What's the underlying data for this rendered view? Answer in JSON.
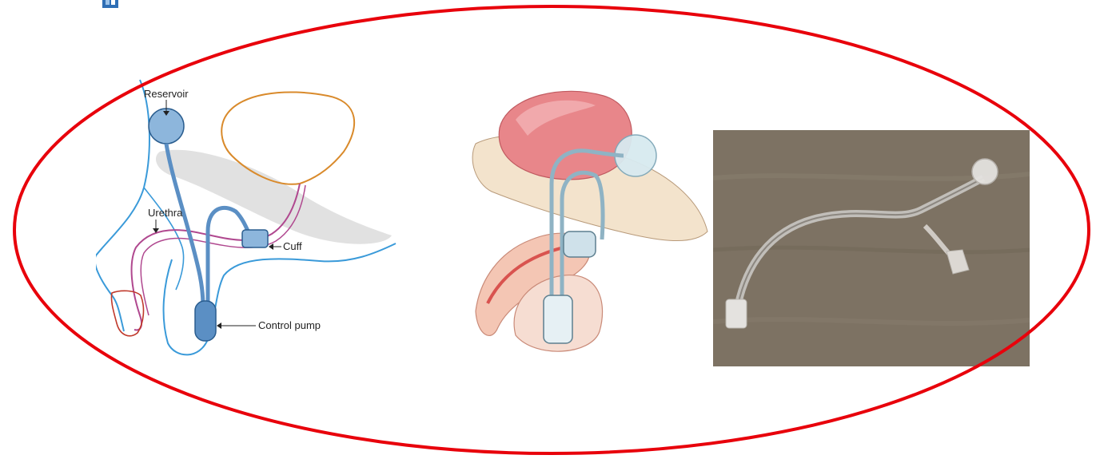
{
  "diagram": {
    "labels": {
      "reservoir": "Reservoir",
      "urethra": "Urethra",
      "cuff": "Cuff",
      "control_pump": "Control pump"
    }
  },
  "colors": {
    "highlight_ellipse": "#e8000b",
    "body_outline": "#3a9ad9",
    "urethra_line": "#b0488f",
    "bladder_line": "#d98a2b",
    "device": "#5b8fc4",
    "photo_background": "#7d7263"
  },
  "icons": {
    "corner_logo": "slide-logo-icon"
  }
}
